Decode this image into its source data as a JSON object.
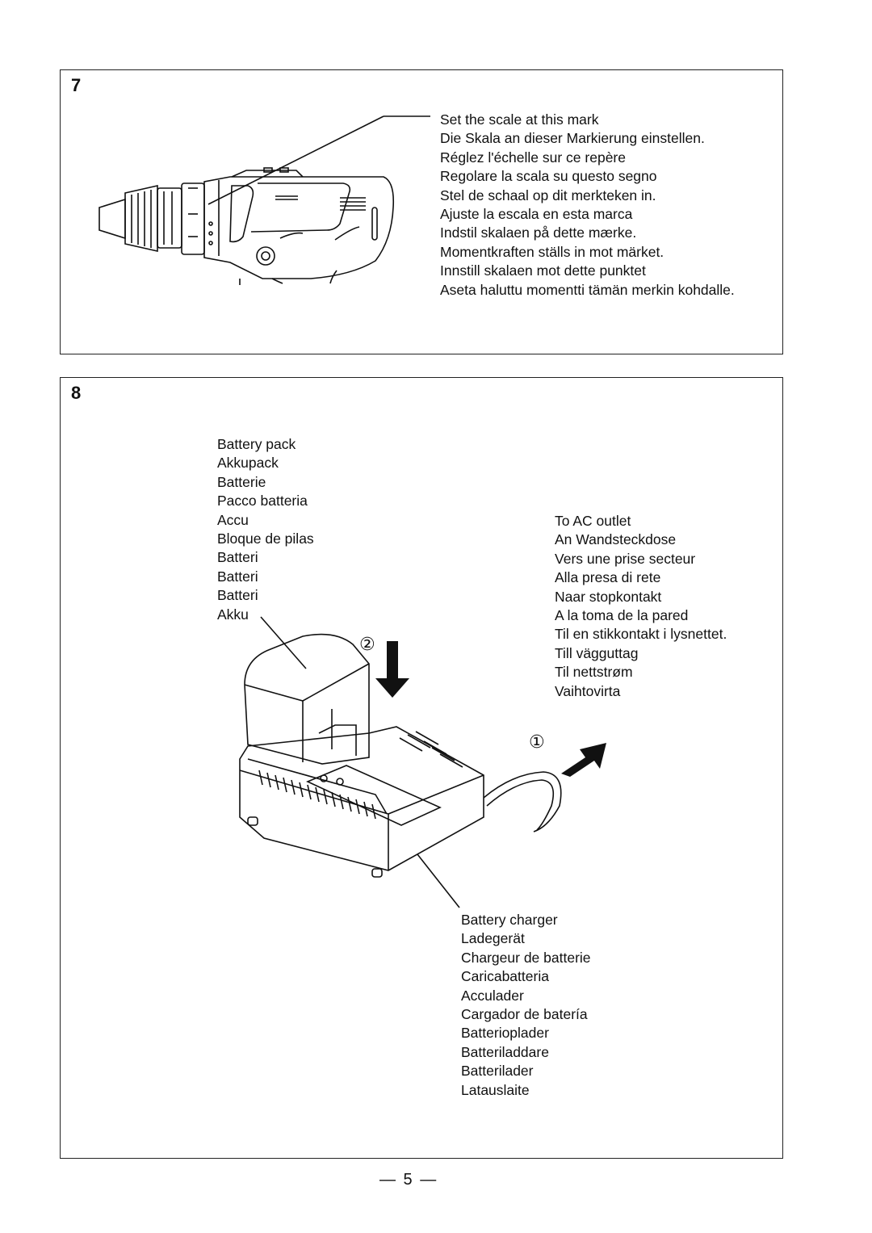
{
  "figure7": {
    "number": "7",
    "scale_labels": [
      "Set the scale at this mark",
      "Die Skala an dieser Markierung einstellen.",
      "Réglez l'échelle sur ce repère",
      "Regolare la scala su questo segno",
      "Stel de schaal op dit merkteken in.",
      "Ajuste la escala en esta marca",
      "Indstil skalaen på dette mærke.",
      "Momentkraften ställs in mot märket.",
      "Innstill skalaen mot dette punktet",
      "Aseta haluttu momentti tämän merkin kohdalle."
    ]
  },
  "figure8": {
    "number": "8",
    "battery_pack_labels": [
      "Battery pack",
      "Akkupack",
      "Batterie",
      "Pacco batteria",
      "Accu",
      "Bloque de pilas",
      "Batteri",
      "Batteri",
      "Batteri",
      "Akku"
    ],
    "ac_outlet_labels": [
      "To AC outlet",
      "An Wandsteckdose",
      "Vers une prise secteur",
      "Alla presa di rete",
      "Naar stopkontakt",
      "A la toma de la pared",
      "Til en stikkontakt i lysnettet.",
      "Till vägguttag",
      "Til nettstrøm",
      "Vaihtovirta"
    ],
    "charger_labels": [
      "Battery charger",
      "Ladegerät",
      "Chargeur de batterie",
      "Caricabatteria",
      "Acculader",
      "Cargador de batería",
      "Batterioplader",
      "Batteriladdare",
      "Batterilader",
      "Latauslaite"
    ],
    "step_one": "①",
    "step_two": "②"
  },
  "page_number": "— 5 —"
}
